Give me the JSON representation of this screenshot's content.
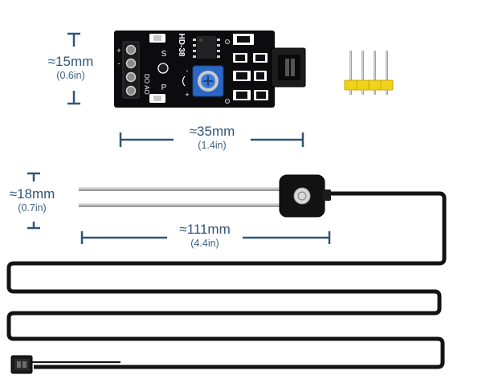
{
  "dimensions": {
    "board_height": {
      "metric": "≈15mm",
      "imperial": "(0.6in)"
    },
    "board_width": {
      "metric": "≈35mm",
      "imperial": "(1.4in)"
    },
    "probe_width": {
      "metric": "≈18mm",
      "imperial": "(0.7in)"
    },
    "probe_length": {
      "metric": "≈111mm",
      "imperial": "(4.4in)"
    }
  },
  "board": {
    "model": "HD-38",
    "pin_labels": {
      "plus": "+",
      "minus": "-",
      "do": "DO",
      "ao": "AO"
    },
    "led_labels": {
      "signal": "S",
      "power": "P"
    },
    "pot_marks": {
      "minus": "-",
      "plus": "+"
    },
    "colors": {
      "pcb": "#0c0c0e",
      "potentiometer": "#2a66c4",
      "header_pins": "#f0d21a"
    }
  },
  "colors": {
    "dimension_line": "#2f5577",
    "cable": "#141414"
  }
}
